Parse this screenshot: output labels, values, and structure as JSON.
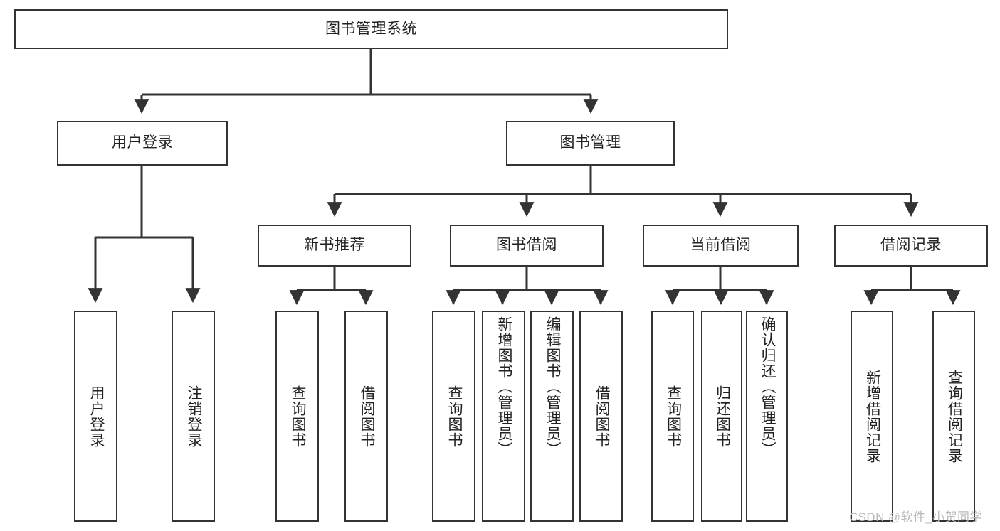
{
  "diagram": {
    "type": "hierarchy-tree",
    "title": "图书管理系统",
    "watermark": "CSDN @软件_小贺同学",
    "accent_color": "#333333",
    "background_color": "#ffffff",
    "nodes": {
      "root": {
        "label": "图书管理系统"
      },
      "level2": [
        {
          "id": "user-login",
          "label": "用户登录"
        },
        {
          "id": "book-management",
          "label": "图书管理"
        }
      ],
      "level3": [
        {
          "id": "new-book-recommend",
          "label": "新书推荐"
        },
        {
          "id": "book-borrow",
          "label": "图书借阅"
        },
        {
          "id": "current-borrow",
          "label": "当前借阅"
        },
        {
          "id": "borrow-record",
          "label": "借阅记录"
        }
      ],
      "leaves": [
        {
          "id": "leaf-user-login",
          "label": "用户登录"
        },
        {
          "id": "leaf-logout-login",
          "label": "注销登录"
        },
        {
          "id": "leaf-query-book-1",
          "label": "查询图书"
        },
        {
          "id": "leaf-borrow-book-1",
          "label": "借阅图书"
        },
        {
          "id": "leaf-query-book-2",
          "label": "查询图书"
        },
        {
          "id": "leaf-add-book",
          "label": "新增图书（管理员）"
        },
        {
          "id": "leaf-edit-book",
          "label": "编辑图书（管理员）"
        },
        {
          "id": "leaf-borrow-book-2",
          "label": "借阅图书"
        },
        {
          "id": "leaf-query-book-3",
          "label": "查询图书"
        },
        {
          "id": "leaf-return-book",
          "label": "归还图书"
        },
        {
          "id": "leaf-confirm-return",
          "label": "确认归还（管理员）"
        },
        {
          "id": "leaf-add-borrow-record",
          "label": "新增借阅记录"
        },
        {
          "id": "leaf-query-borrow-record",
          "label": "查询借阅记录"
        }
      ]
    },
    "edges": [
      {
        "from": "root",
        "to": "user-login"
      },
      {
        "from": "root",
        "to": "book-management"
      },
      {
        "from": "user-login",
        "to": "leaf-user-login"
      },
      {
        "from": "user-login",
        "to": "leaf-logout-login"
      },
      {
        "from": "book-management",
        "to": "new-book-recommend"
      },
      {
        "from": "book-management",
        "to": "book-borrow"
      },
      {
        "from": "book-management",
        "to": "current-borrow"
      },
      {
        "from": "book-management",
        "to": "borrow-record"
      },
      {
        "from": "new-book-recommend",
        "to": "leaf-query-book-1"
      },
      {
        "from": "new-book-recommend",
        "to": "leaf-borrow-book-1"
      },
      {
        "from": "book-borrow",
        "to": "leaf-query-book-2"
      },
      {
        "from": "book-borrow",
        "to": "leaf-add-book"
      },
      {
        "from": "book-borrow",
        "to": "leaf-edit-book"
      },
      {
        "from": "book-borrow",
        "to": "leaf-borrow-book-2"
      },
      {
        "from": "current-borrow",
        "to": "leaf-query-book-3"
      },
      {
        "from": "current-borrow",
        "to": "leaf-return-book"
      },
      {
        "from": "current-borrow",
        "to": "leaf-confirm-return"
      },
      {
        "from": "borrow-record",
        "to": "leaf-add-borrow-record"
      },
      {
        "from": "borrow-record",
        "to": "leaf-query-borrow-record"
      }
    ]
  }
}
